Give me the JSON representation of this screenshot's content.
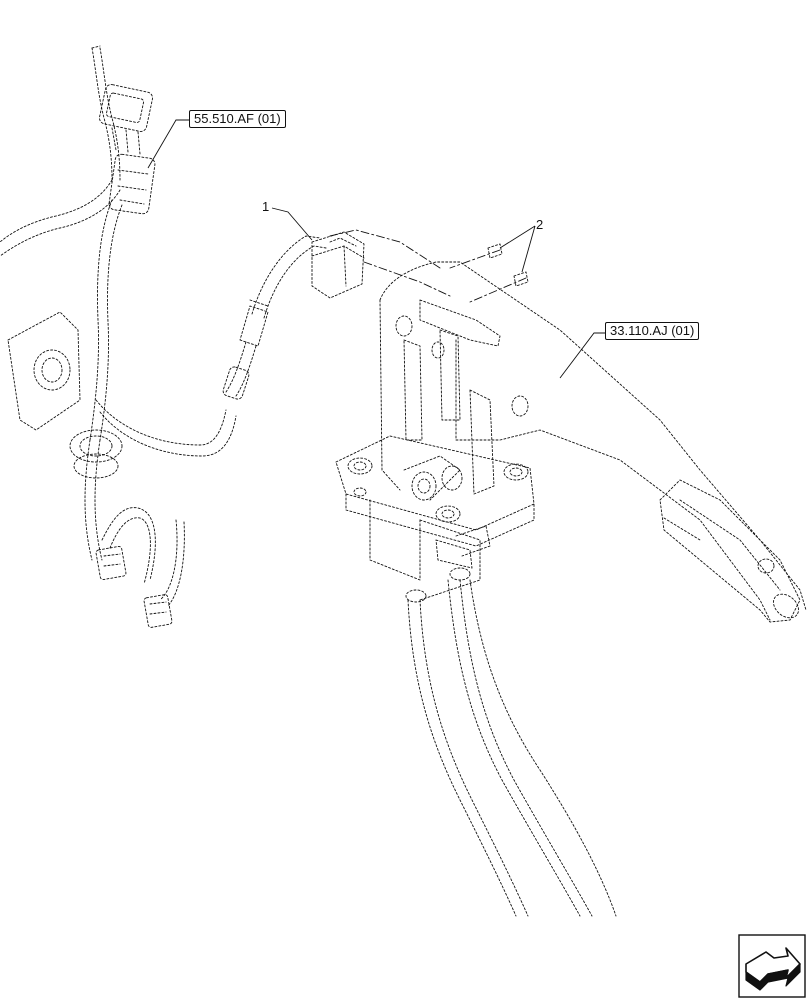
{
  "references": {
    "harness_ref": "55.510.AF (01)",
    "lever_ref": "33.110.AJ (01)"
  },
  "callouts": {
    "part_1": "1",
    "part_2": "2"
  },
  "navigation": {
    "icon": "next-page-arrow-icon"
  },
  "colors": {
    "line": "#111111",
    "background": "#ffffff"
  }
}
